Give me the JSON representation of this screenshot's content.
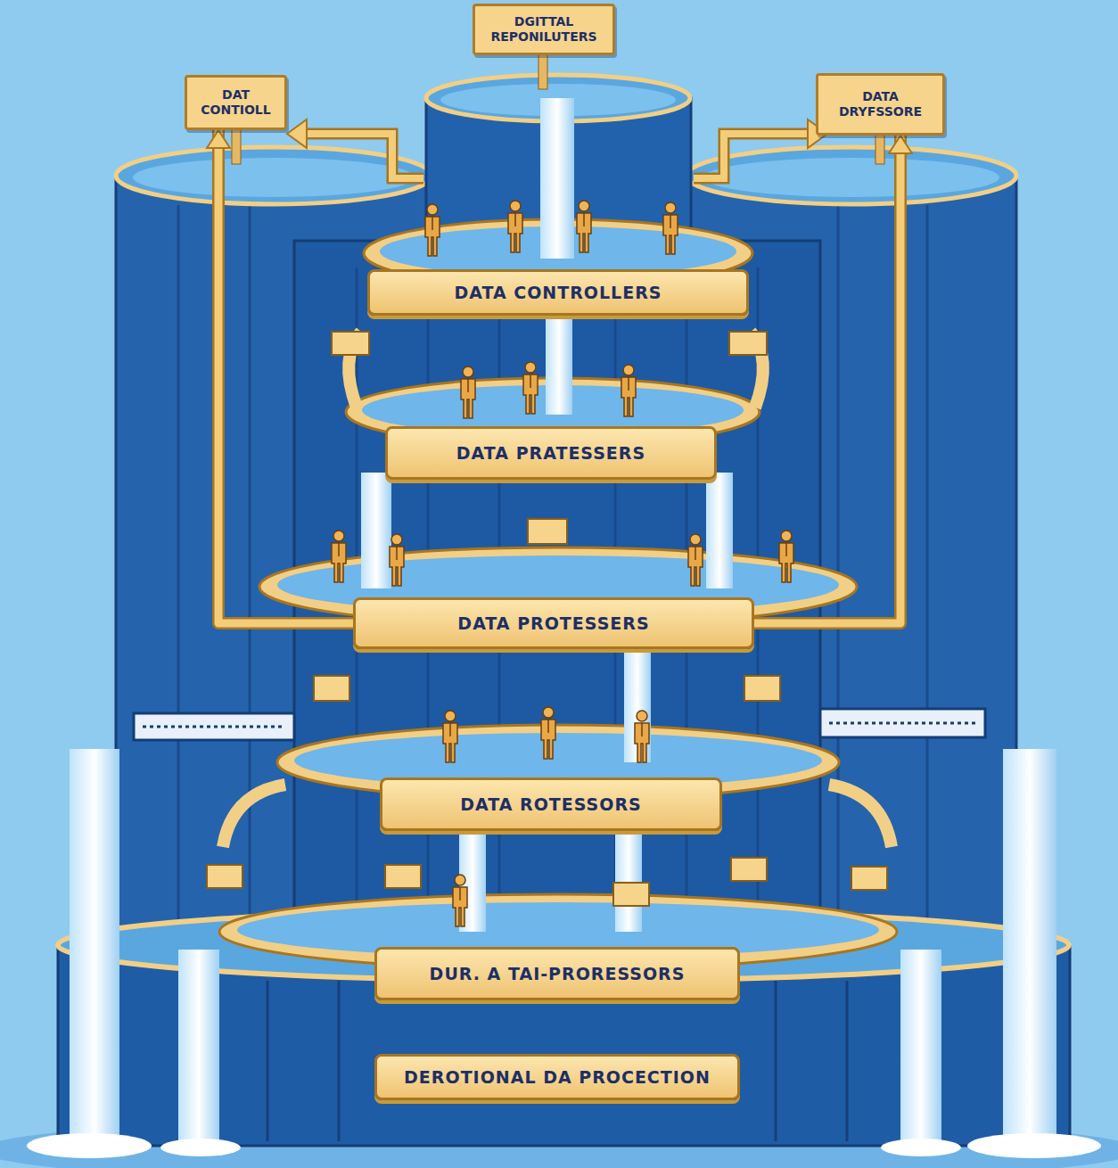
{
  "diagram": {
    "nodes": [
      {
        "text": [
          "DGITTAL REPONILUTERS"
        ]
      },
      {
        "text": [
          "DAT CONTIOLL"
        ]
      },
      {
        "text": [
          "DATA DRYFSSORE"
        ]
      },
      {
        "text": [
          "DATA CONTROLLERS"
        ]
      },
      {
        "text": [
          "DATA PRATESSERS"
        ]
      },
      {
        "text": [
          "DATA PROTESSERS"
        ]
      },
      {
        "text": [
          "DATA ROTESSORS"
        ]
      },
      {
        "text": [
          "DUR. A TAI-PRORESSORS"
        ]
      },
      {
        "text": [
          "DEROTIONAL DA PROCECTION"
        ]
      }
    ],
    "edges": [
      {
        "from": 5,
        "to": 1,
        "arrow": "to"
      },
      {
        "from": 5,
        "to": 2,
        "arrow": "to"
      }
    ]
  }
}
